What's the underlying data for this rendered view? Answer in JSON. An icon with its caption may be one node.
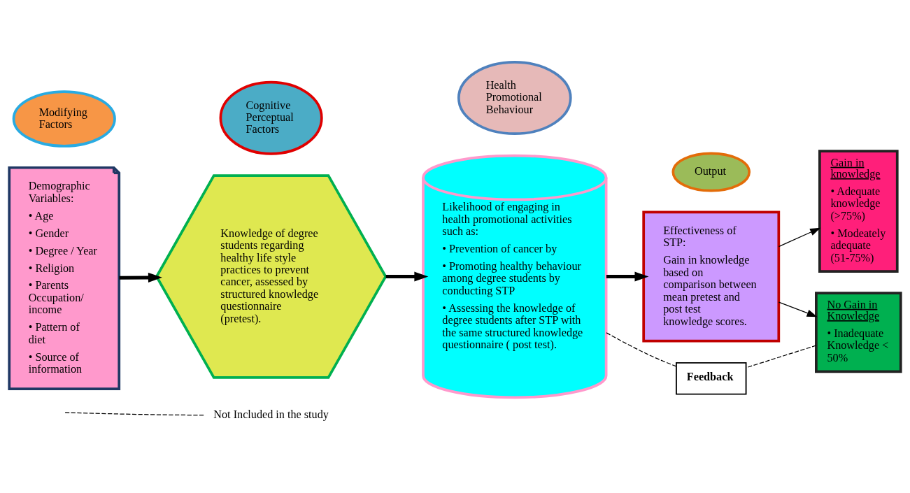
{
  "diagram": {
    "nodes": [
      {
        "text": [
          "Modifying Factors"
        ]
      },
      {
        "text": [
          "Cognitive Perceptual Factors"
        ]
      },
      {
        "text": [
          "Health Promotional Behaviour"
        ]
      },
      {
        "text": [
          "Output"
        ]
      },
      {
        "text": [
          "Demographic Variables:",
          "• Age",
          "• Gender",
          "• Degree / Year",
          "• Religion",
          "• Parents Occupation/ income",
          "• Pattern of diet",
          "• Source of information"
        ]
      },
      {
        "text": [
          "Knowledge of degree students regarding healthy life style practices to prevent cancer, assessed by structured knowledge questionnaire (pretest)."
        ]
      },
      {
        "text": [
          "Likelihood of engaging in health promotional activities such as:",
          "• Prevention of cancer by",
          "• Promoting healthy behaviour among degree students by conducting STP",
          "• Assessing the knowledge of degree students after STP with the same structured knowledge questionnaire ( post test)."
        ]
      },
      {
        "text": [
          "Effectiveness of STP:",
          "Gain in knowledge based on comparison between mean pretest and post test knowledge scores."
        ]
      },
      {
        "text": [
          "Gain in knowledge",
          "• Adequate knowledge (>75%)",
          "• Modeately adequate (51-75%)"
        ]
      },
      {
        "text": [
          "No Gain in Knowledge",
          "• Inadequate Knowledge < 50%"
        ]
      },
      {
        "text": [
          "Feedback"
        ]
      }
    ],
    "edges": [
      {
        "from": 4,
        "to": 5,
        "arrow": "to",
        "style": "thick"
      },
      {
        "from": 5,
        "to": 6,
        "arrow": "to",
        "style": "thick"
      },
      {
        "from": 6,
        "to": 7,
        "arrow": "to",
        "style": "thick"
      },
      {
        "from": 7,
        "to": 8,
        "arrow": "to"
      },
      {
        "from": 7,
        "to": 9,
        "arrow": "to"
      },
      {
        "from": 9,
        "to": 10,
        "arrow": "none",
        "style": "dashed"
      },
      {
        "from": 10,
        "to": 6,
        "arrow": "none",
        "style": "dashed"
      }
    ],
    "legend": [
      {
        "text": "Not Included in the study"
      }
    ]
  }
}
